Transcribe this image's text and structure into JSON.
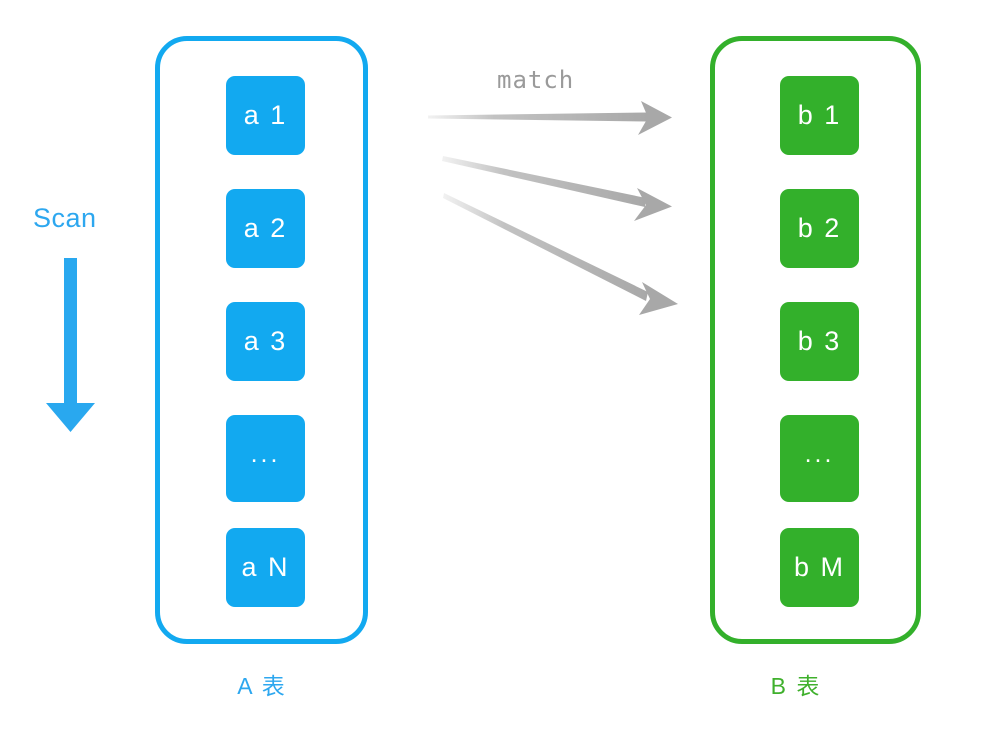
{
  "diagram": {
    "title": "Nested loop join scan and match diagram",
    "background_color": "#ffffff",
    "colors": {
      "blue": "#12a9f0",
      "blue_text": "#2da7ef",
      "green": "#33b02b",
      "green_text": "#3fb02c",
      "arrow_gray": "#b0b0b0",
      "match_text": "#9a9a9a",
      "cell_text": "#ffffff"
    }
  },
  "scan": {
    "label": "Scan",
    "arrow_icon": "arrow-down-icon",
    "direction": "down"
  },
  "match": {
    "label": "match",
    "arrow_icon": "arrow-right-icon",
    "arrow_count": 3
  },
  "left_table": {
    "caption": "A 表",
    "cells": [
      {
        "label": "a 1"
      },
      {
        "label": "a 2"
      },
      {
        "label": "a 3"
      },
      {
        "label": "..."
      },
      {
        "label": "a N"
      }
    ]
  },
  "right_table": {
    "caption": "B 表",
    "cells": [
      {
        "label": "b 1"
      },
      {
        "label": "b 2"
      },
      {
        "label": "b 3"
      },
      {
        "label": "..."
      },
      {
        "label": "b M"
      }
    ]
  }
}
